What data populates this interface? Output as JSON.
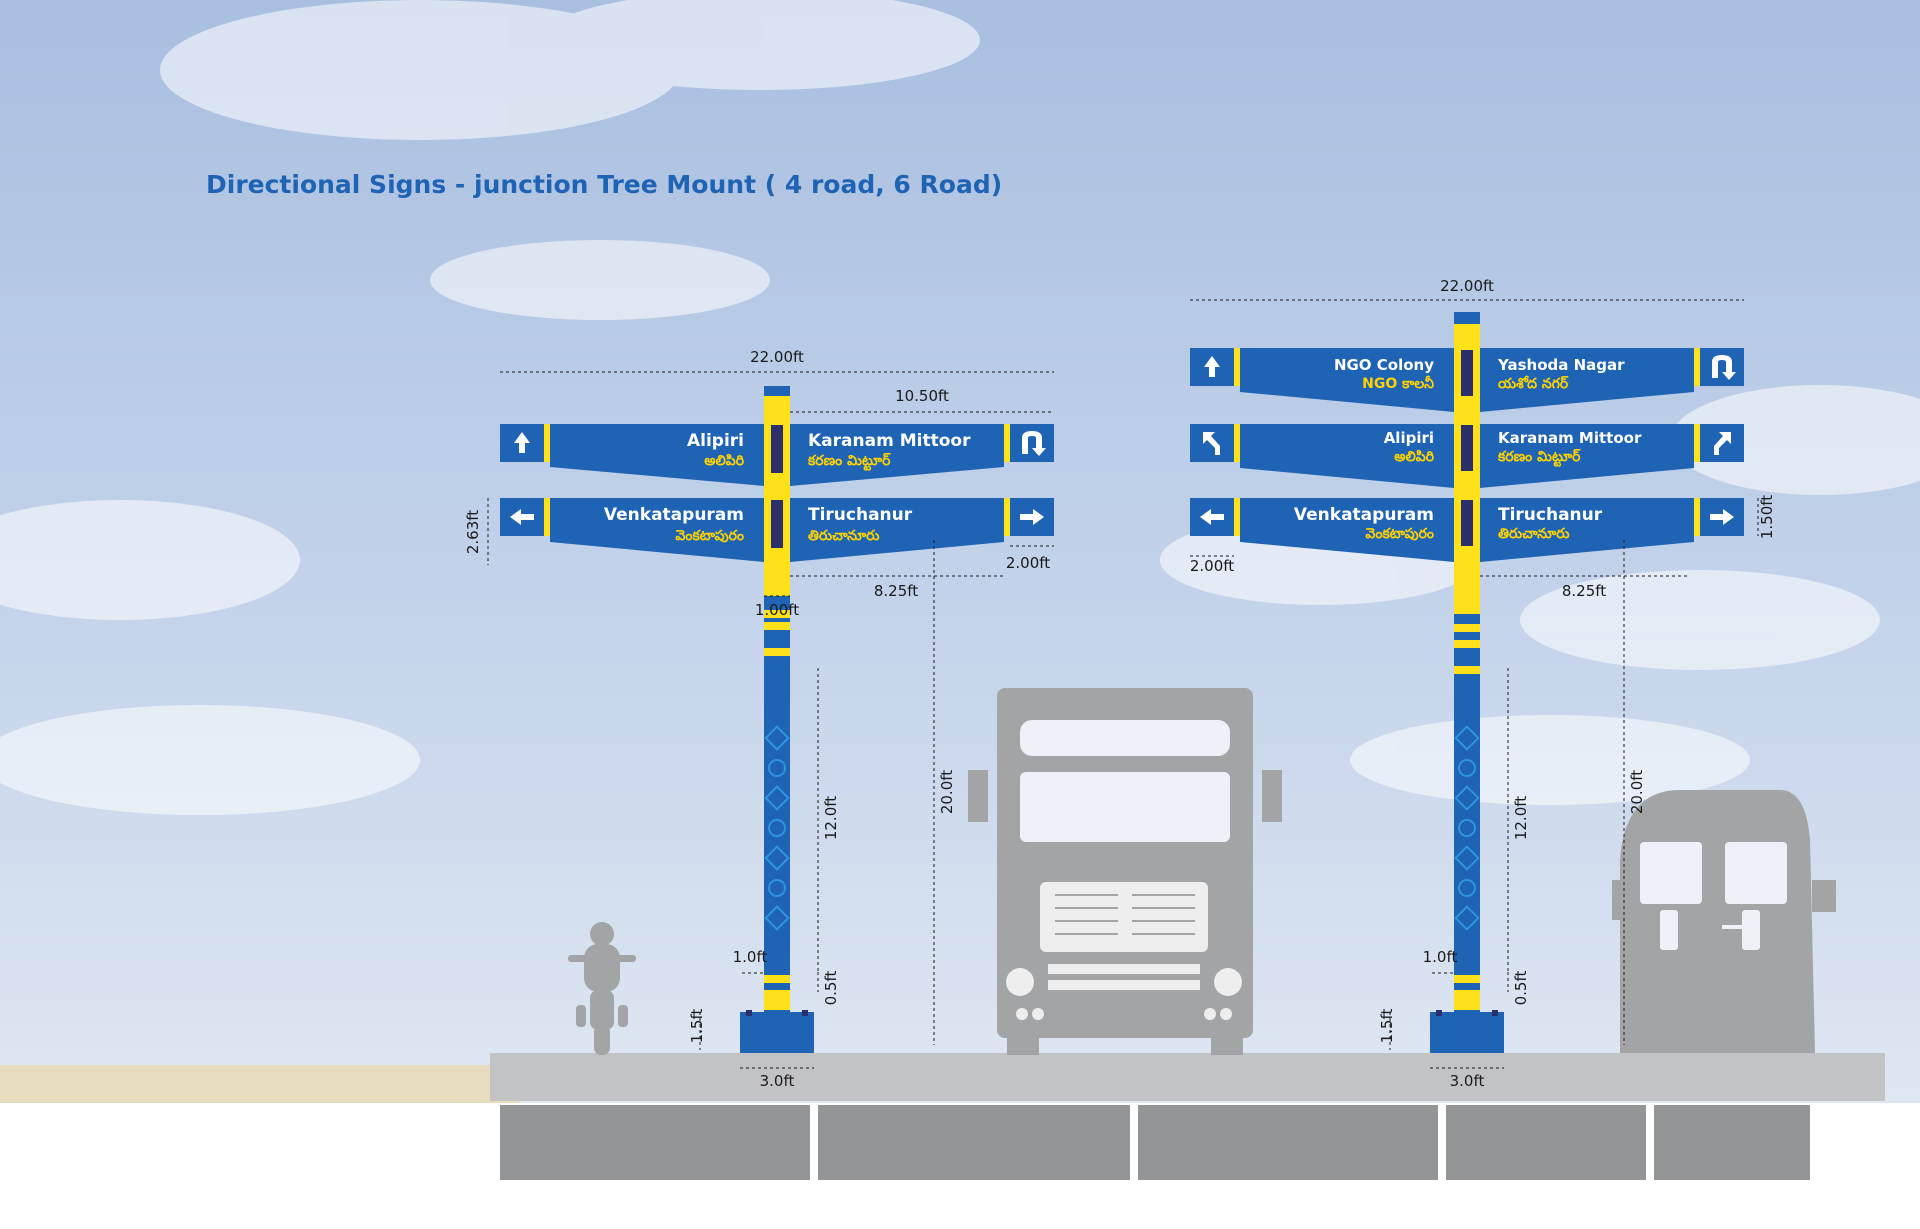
{
  "title": "Directional Signs - junction Tree Mount ( 4 road, 6 Road)",
  "colors": {
    "sign_blue": "#1f63b4",
    "accent_yellow": "#ffe11a",
    "pole_dark": "#2b2f6b",
    "road_gray": "#c2c3c5",
    "vehicle_gray": "#a3a4a6",
    "sky": "#b9cbe6"
  },
  "left_signpost": {
    "type": "4 road",
    "dimensions": {
      "total_width": "22.00ft",
      "arm_length": "10.50ft",
      "board_height": "2.63ft",
      "arrow_panel_width": "2.00ft",
      "board_span": "8.25ft",
      "pole_width": "1.00ft",
      "pole_height": "12.0ft",
      "overall_height": "20.0ft",
      "collar_width": "1.0ft",
      "collar_height": "0.5ft",
      "base_height": "1.5ft",
      "base_width": "3.0ft"
    },
    "signs": {
      "top_left": {
        "en": "Alipiri",
        "te": "అలిపిరి",
        "arrow": "up-arrow"
      },
      "top_right": {
        "en": "Karanam Mittoor",
        "te": "కరణం మిట్టూర్",
        "arrow": "u-turn-arrow"
      },
      "bottom_left": {
        "en": "Venkatapuram",
        "te": "వెంకటాపురం",
        "arrow": "left-arrow"
      },
      "bottom_right": {
        "en": "Tiruchanur",
        "te": "తిరుచానూరు",
        "arrow": "right-arrow"
      }
    }
  },
  "right_signpost": {
    "type": "6 road",
    "dimensions": {
      "total_width": "22.00ft",
      "board_height": "1.50ft",
      "arrow_panel_width": "2.00ft",
      "board_span": "8.25ft",
      "pole_height": "12.0ft",
      "overall_height": "20.0ft",
      "collar_width": "1.0ft",
      "collar_height": "0.5ft",
      "base_height": "1.5ft",
      "base_width": "3.0ft"
    },
    "signs": {
      "row1_left": {
        "en": "NGO Colony",
        "te": "NGO కాలనీ",
        "arrow": "up-arrow"
      },
      "row1_right": {
        "en": "Yashoda Nagar",
        "te": "యశోద నగర్",
        "arrow": "u-turn-arrow"
      },
      "row2_left": {
        "en": "Alipiri",
        "te": "అలిపిరి",
        "arrow": "up-left-arrow"
      },
      "row2_right": {
        "en": "Karanam Mittoor",
        "te": "కరణం మిట్టూర్",
        "arrow": "up-right-arrow"
      },
      "row3_left": {
        "en": "Venkatapuram",
        "te": "వెంకటాపురం",
        "arrow": "left-arrow"
      },
      "row3_right": {
        "en": "Tiruchanur",
        "te": "తిరుచానూరు",
        "arrow": "right-arrow"
      }
    }
  },
  "vehicles": [
    "motorcycle-rider",
    "truck",
    "van"
  ]
}
